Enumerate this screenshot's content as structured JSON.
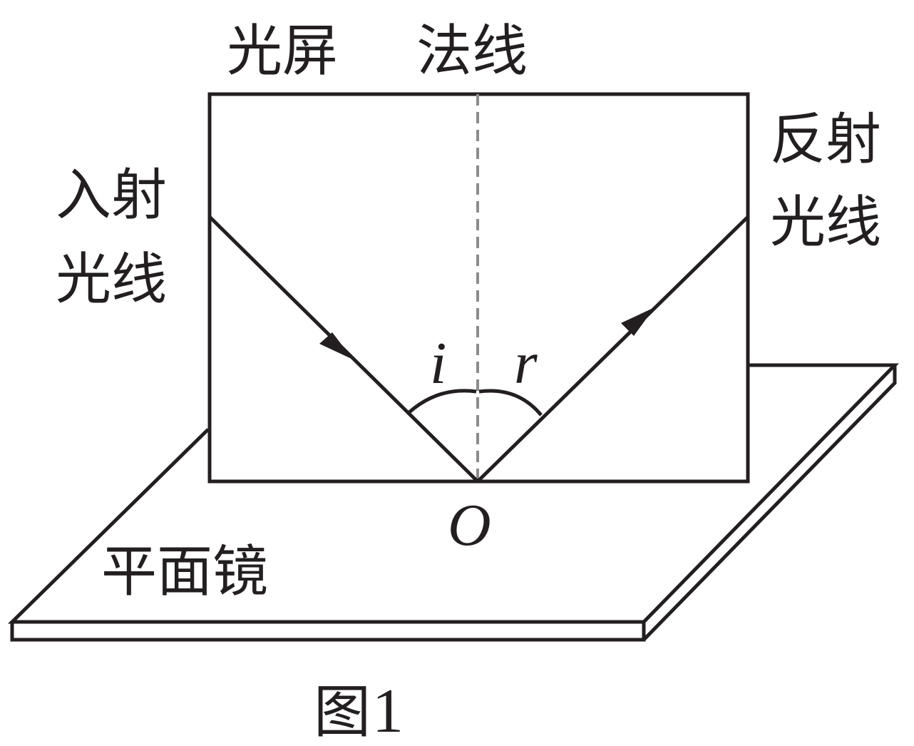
{
  "labels": {
    "screen": "光屏",
    "normal": "法线",
    "incident_line1": "入射",
    "incident_line2": "光线",
    "reflected_line1": "反射",
    "reflected_line2": "光线",
    "angle_incidence": "i",
    "angle_reflection": "r",
    "point": "O",
    "mirror": "平面镜",
    "caption_prefix": "图",
    "caption_number": "1"
  },
  "colors": {
    "stroke": "#231f20",
    "normal_line": "#8c8c8c",
    "background": "#ffffff"
  }
}
